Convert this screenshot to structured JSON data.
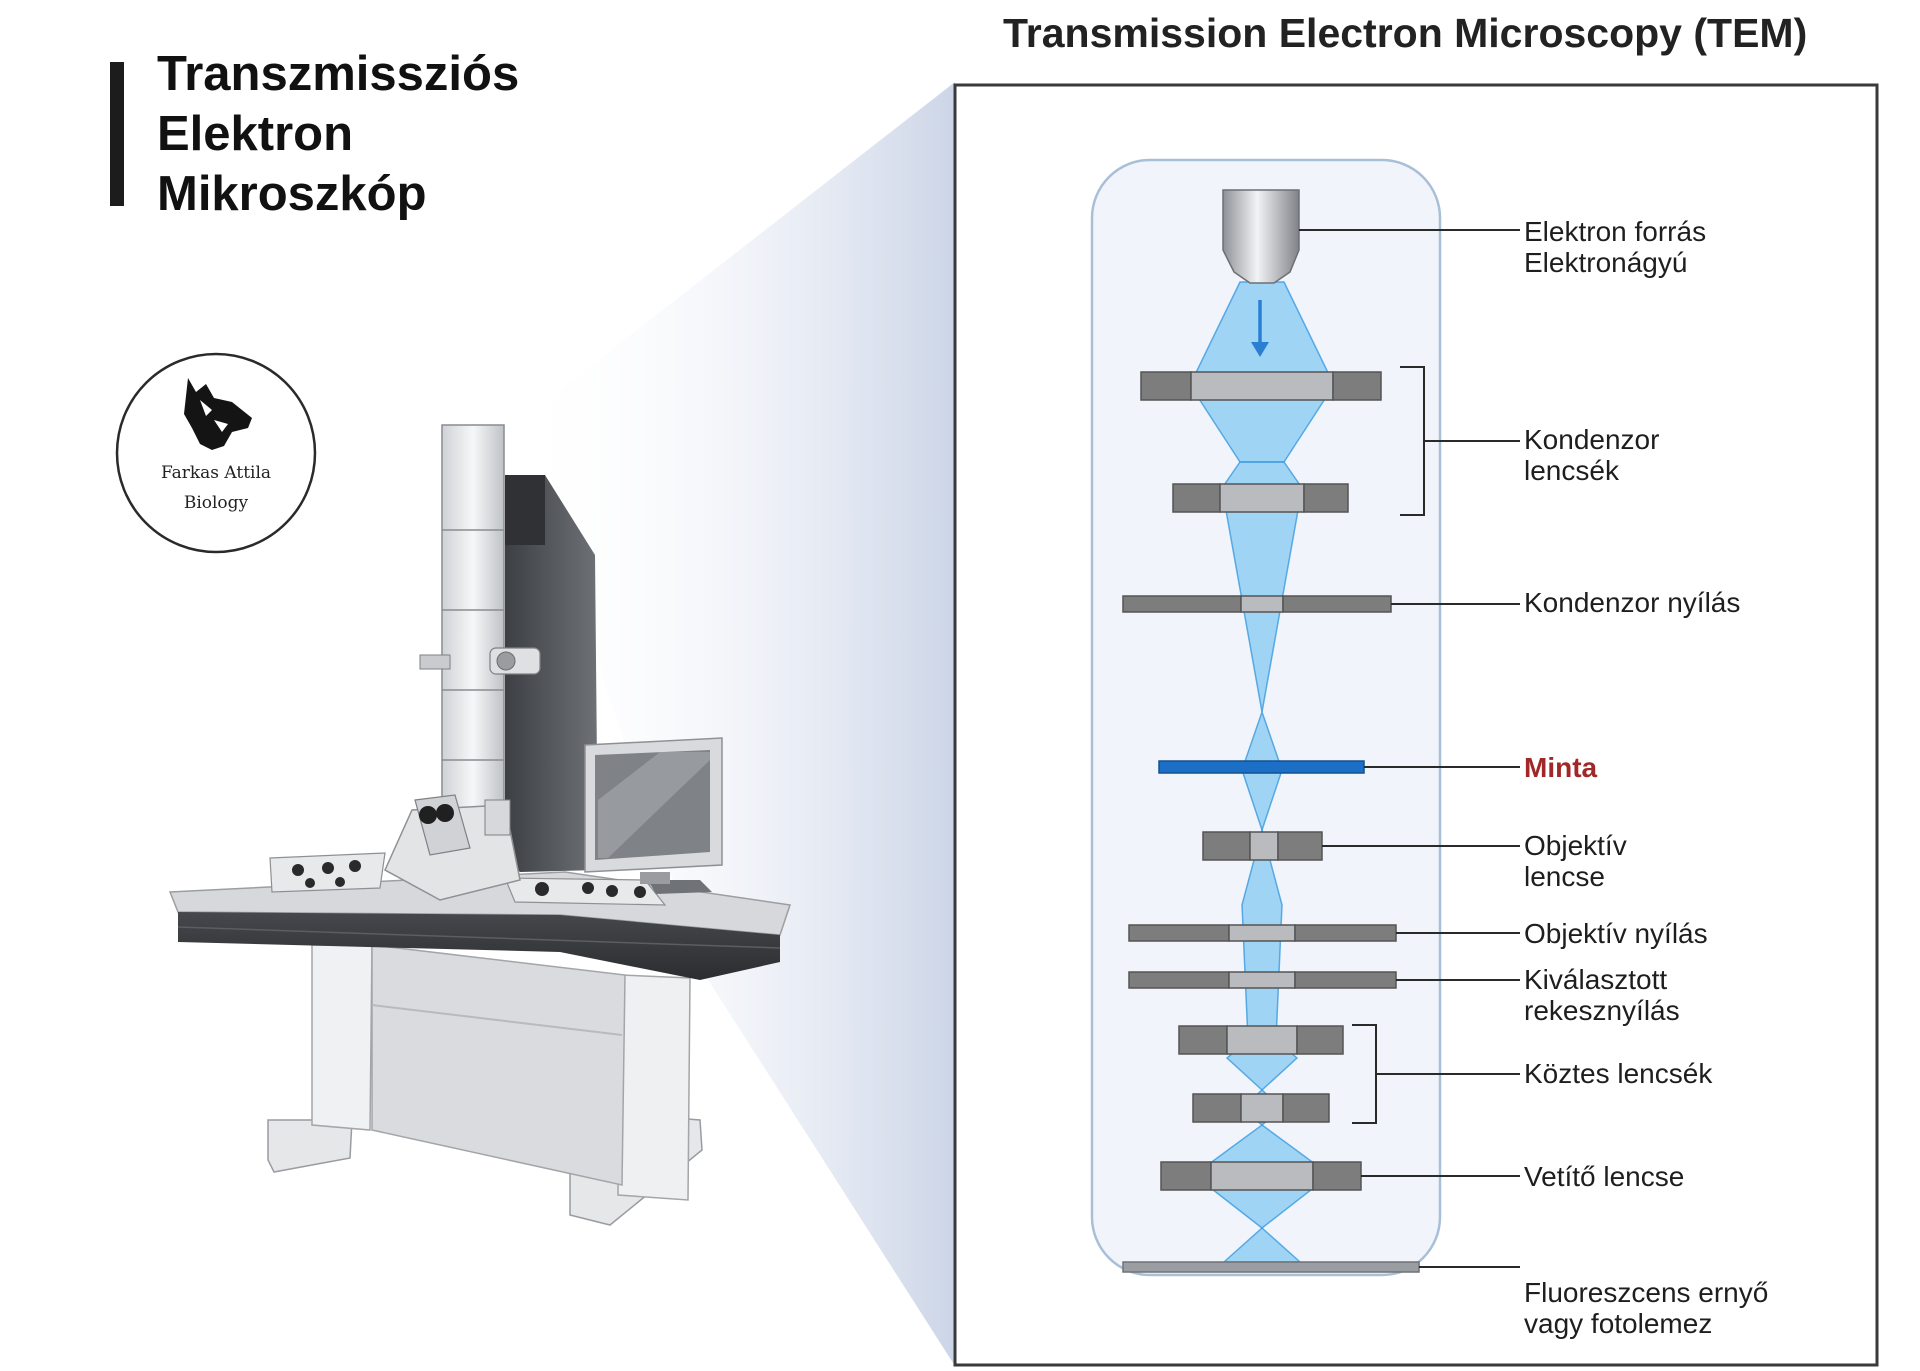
{
  "title_hu": [
    "Transzmissziós",
    "Elektron",
    "Mikroszkóp"
  ],
  "title_en": "Transmission Electron Microscopy (TEM)",
  "logo": {
    "icon": "wolf-head-icon",
    "line1": "Farkas Attila",
    "line2": "Biology"
  },
  "labels": {
    "electron_source": [
      "Elektron forrás",
      "Elektronágyú"
    ],
    "condenser_lenses": [
      "Kondenzor",
      "lencsék"
    ],
    "condenser_aperture": [
      "Kondenzor nyílás"
    ],
    "specimen": [
      "Minta"
    ],
    "objective_lens": [
      "Objektív",
      "lencse"
    ],
    "objective_aperture": [
      "Objektív nyílás"
    ],
    "selected_area_aperture": [
      "Kiválasztott",
      "rekesznyílás"
    ],
    "intermediate_lenses": [
      "Köztes lencsék"
    ],
    "projector_lens": [
      "Vetítő lencse"
    ],
    "screen": [
      "Fluoreszcens ernyő",
      "vagy fotolemez"
    ]
  },
  "colors": {
    "beam": "#5cb8f0",
    "beam_stroke": "#3a9ae0",
    "specimen": "#1b6fc6",
    "specimen_label": "#a02828",
    "lens": "#7d7d7d",
    "column_bg": "#f1f5fb",
    "column_border": "#a9bfd8"
  }
}
